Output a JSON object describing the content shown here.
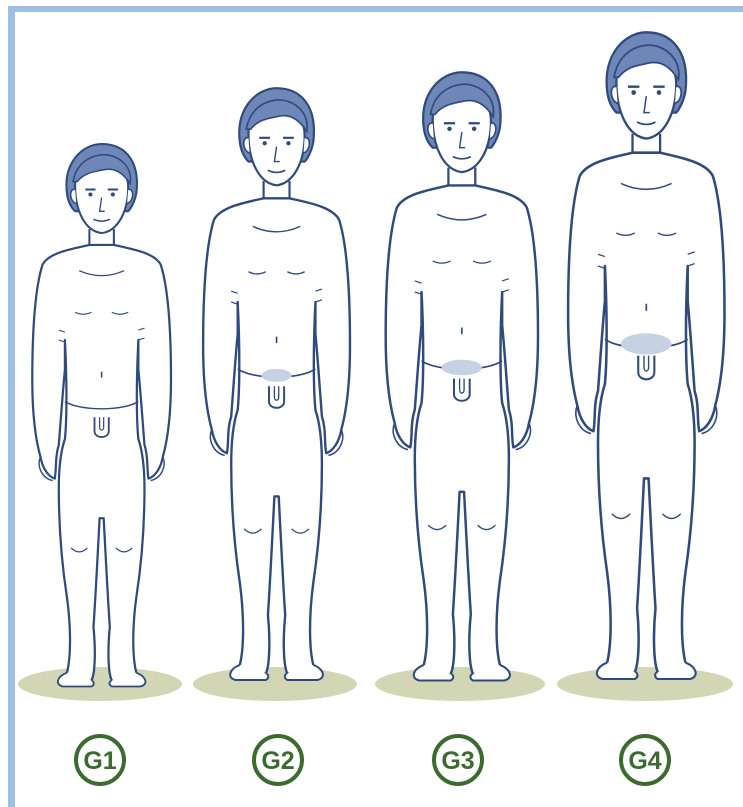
{
  "colors": {
    "border": "#9dc0e4",
    "outline": "#2f4a7c",
    "hair": "#6e86b8",
    "skin": "#ffffff",
    "shadow": "#d2d6b4",
    "pubic": "#c7d1e4",
    "label_ring": "#3b6b2f",
    "label_text": "#3b6b2f"
  },
  "stages": [
    {
      "label": "G1",
      "icon": "boy-stage-1-figure"
    },
    {
      "label": "G2",
      "icon": "boy-stage-2-figure"
    },
    {
      "label": "G3",
      "icon": "boy-stage-3-figure"
    },
    {
      "label": "G4",
      "icon": "boy-stage-4-figure"
    }
  ]
}
